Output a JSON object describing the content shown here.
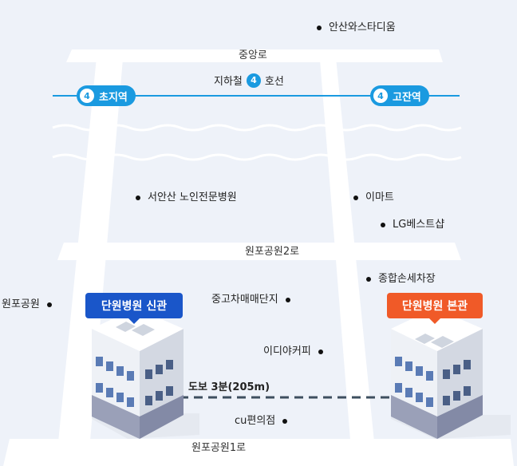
{
  "roads": {
    "top": "중앙로",
    "middle": "원포공원2로",
    "bottom": "원포공원1로"
  },
  "subway": {
    "line_number": "4",
    "prefix": "지하철",
    "suffix": "호선",
    "station_left": "초지역",
    "station_right": "고잔역",
    "line_color": "#1a9ae0"
  },
  "landmarks": {
    "ansan_stadium": "안산와스타디움",
    "seoan_hospital": "서안산 노인전문병원",
    "emart": "이마트",
    "lg_bestshop": "LG베스트샵",
    "jonghap_tax": "종합손세차장",
    "wonpo_park": "원포공원",
    "used_car": "중고차매매단지",
    "ediya": "이디야커피",
    "cu": "cu편의점"
  },
  "buildings": {
    "new": "단원병원 신관",
    "main": "단원병원 본관",
    "new_color": "#1a56c9",
    "main_color": "#f05a28"
  },
  "walk": {
    "text": "도보 3분(205m)"
  }
}
